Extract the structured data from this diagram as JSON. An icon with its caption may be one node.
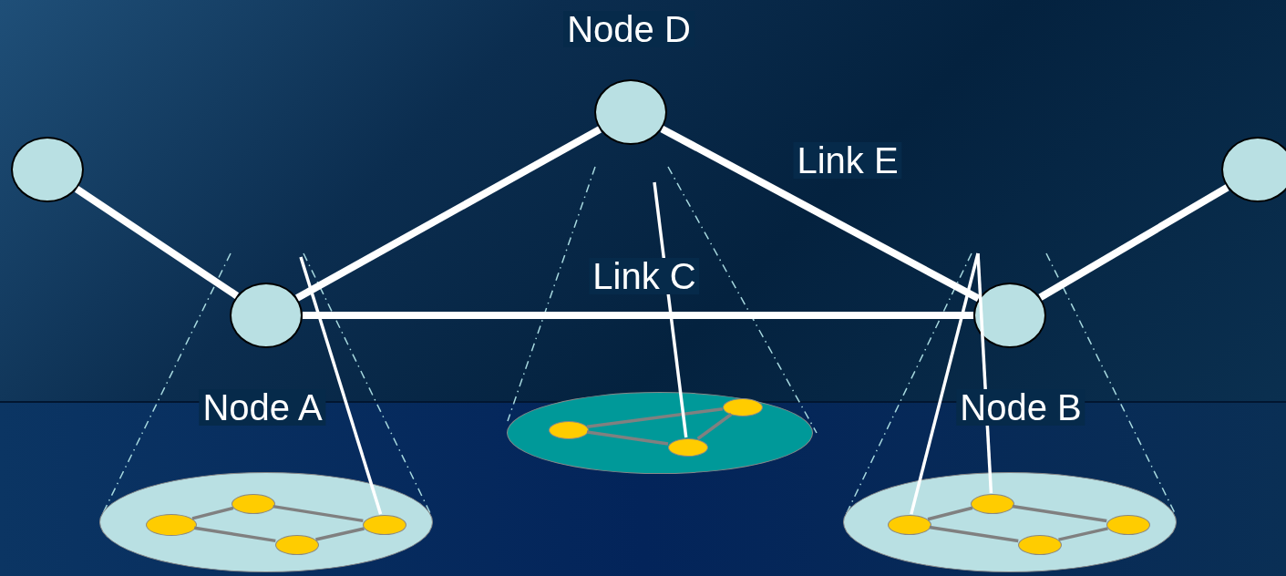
{
  "diagram": {
    "nodes": [
      {
        "text": [],
        "shape": "circle",
        "beside": [
          "Node D"
        ]
      },
      {
        "text": [],
        "shape": "circle"
      },
      {
        "text": [],
        "shape": "circle",
        "beside": [
          "Node A"
        ]
      },
      {
        "text": [],
        "shape": "circle",
        "beside": [
          "Node B"
        ]
      },
      {
        "text": [],
        "shape": "circle"
      },
      {
        "text": [],
        "shape": "circle"
      },
      {
        "text": [],
        "shape": "circle",
        "in": 5
      },
      {
        "text": [],
        "shape": "circle",
        "in": 5
      },
      {
        "text": [],
        "shape": "circle",
        "in": 5
      },
      {
        "text": [],
        "shape": "circle",
        "in": 5
      },
      {
        "text": [],
        "shape": "circle"
      },
      {
        "text": [],
        "shape": "circle",
        "in": 10
      },
      {
        "text": [],
        "shape": "circle",
        "in": 10
      },
      {
        "text": [],
        "shape": "circle",
        "in": 10
      },
      {
        "text": [],
        "shape": "circle"
      },
      {
        "text": [],
        "shape": "circle",
        "in": 14
      },
      {
        "text": [],
        "shape": "circle",
        "in": 14
      },
      {
        "text": [],
        "shape": "circle",
        "in": 14
      },
      {
        "text": [],
        "shape": "circle",
        "in": 14
      }
    ],
    "edges": [
      {
        "from": 1,
        "to": 2,
        "arrow": "none",
        "style": "thick",
        "color": "#ffffff"
      },
      {
        "from": 2,
        "to": 0,
        "arrow": "none",
        "style": "thick",
        "color": "#ffffff"
      },
      {
        "from": 2,
        "to": 3,
        "arrow": "none",
        "label": "Link C",
        "style": "thick",
        "color": "#ffffff"
      },
      {
        "from": 0,
        "to": 3,
        "arrow": "none",
        "label": "Link E",
        "style": "thick",
        "color": "#ffffff"
      },
      {
        "from": 3,
        "to": 4,
        "arrow": "none",
        "style": "thick",
        "color": "#ffffff"
      },
      {
        "from": 6,
        "to": 7,
        "arrow": "none"
      },
      {
        "from": 7,
        "to": 9,
        "arrow": "none"
      },
      {
        "from": 6,
        "to": 8,
        "arrow": "none"
      },
      {
        "from": 8,
        "to": 9,
        "arrow": "none"
      },
      {
        "from": 11,
        "to": 13,
        "arrow": "none"
      },
      {
        "from": 11,
        "to": 12,
        "arrow": "none"
      },
      {
        "from": 12,
        "to": 13,
        "arrow": "none"
      },
      {
        "from": 15,
        "to": 16,
        "arrow": "none"
      },
      {
        "from": 16,
        "to": 18,
        "arrow": "none"
      },
      {
        "from": 15,
        "to": 17,
        "arrow": "none"
      },
      {
        "from": 17,
        "to": 18,
        "arrow": "none"
      },
      {
        "from": null,
        "to": 9,
        "arrow": "none",
        "color": "#ffffff"
      },
      {
        "from": null,
        "to": 12,
        "arrow": "none",
        "color": "#ffffff"
      },
      {
        "from": null,
        "to": 15,
        "arrow": "none",
        "color": "#ffffff"
      },
      {
        "from": null,
        "to": 16,
        "arrow": "none",
        "color": "#ffffff"
      }
    ]
  }
}
